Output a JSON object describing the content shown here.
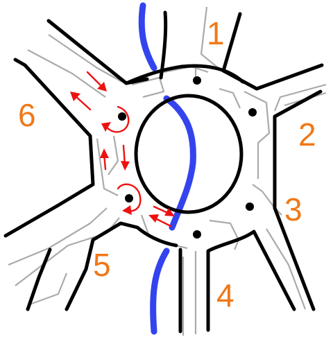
{
  "diagram": {
    "colors": {
      "road_edge": "#000000",
      "lane_marking": "#aaaaaa",
      "river": "#3344ee",
      "traffic_flow": "#ee1111",
      "junction_label": "#f07818",
      "background": "#ffffff"
    },
    "junction_labels": [
      "1",
      "2",
      "3",
      "4",
      "5",
      "6"
    ],
    "elements": [
      "central-island",
      "river",
      "traffic-light-dots",
      "flow-arrows"
    ]
  }
}
